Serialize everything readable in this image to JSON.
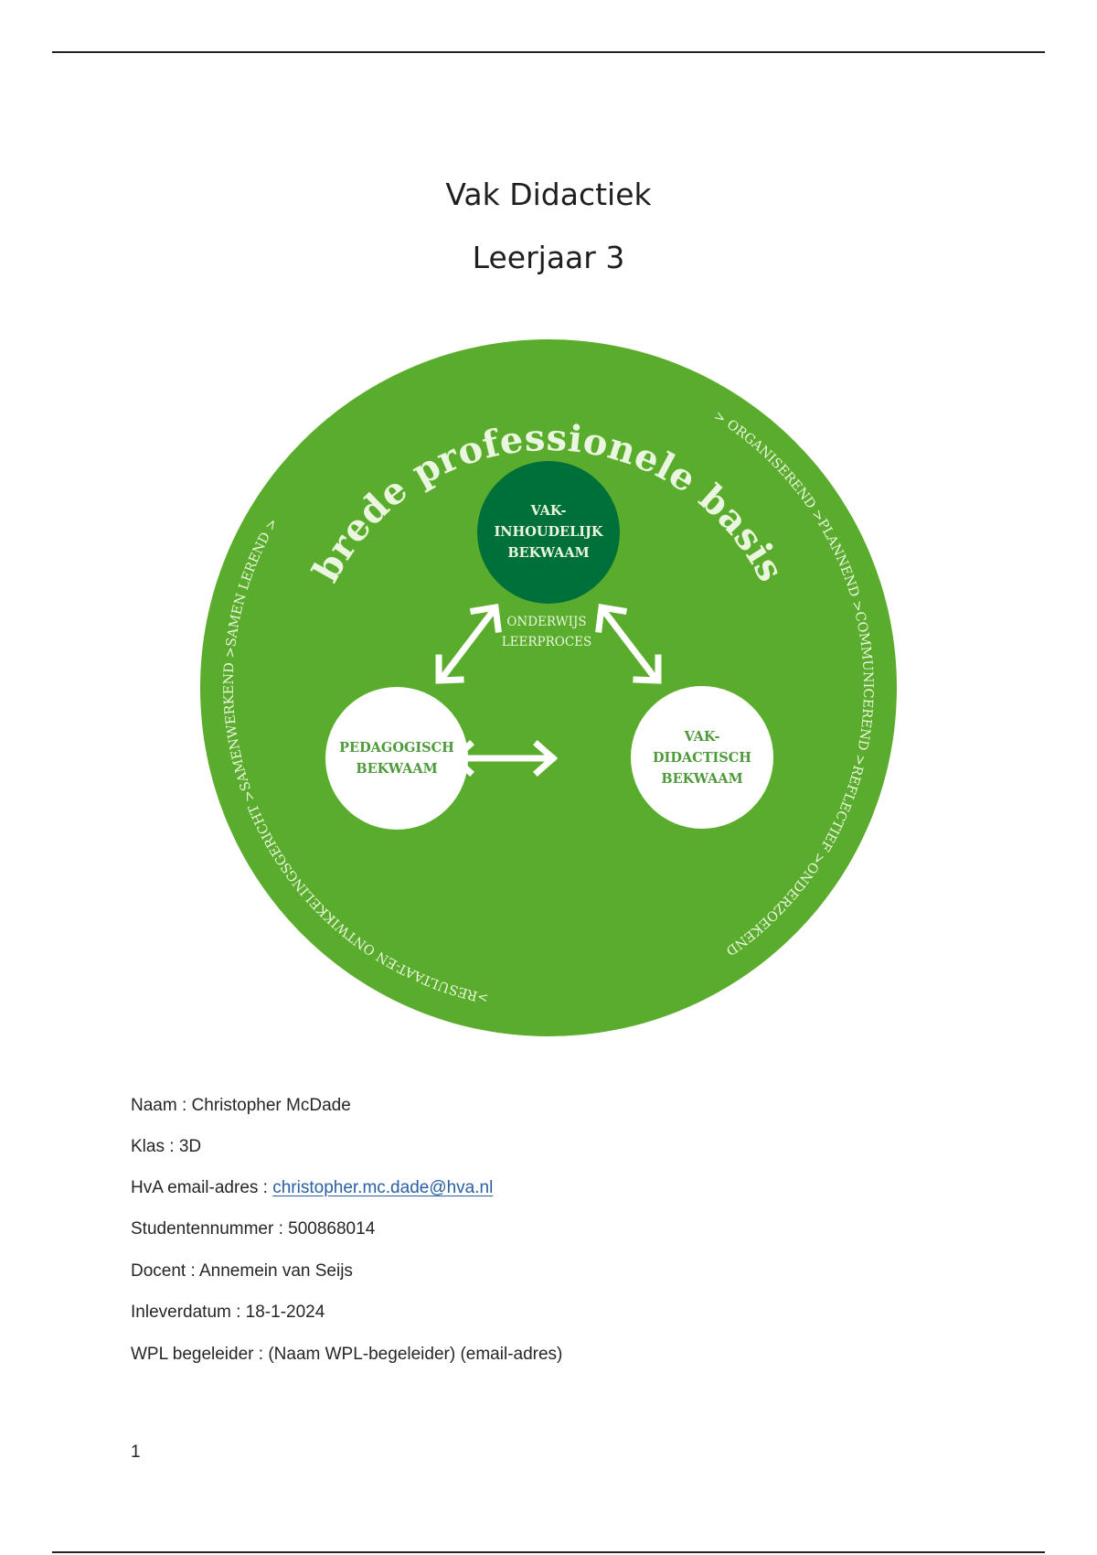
{
  "document": {
    "title": "Vak Didactiek",
    "subtitle": "Leerjaar 3",
    "page_number": "1"
  },
  "diagram": {
    "colors": {
      "outer_green": "#5aac2c",
      "inner_dark_green": "#00703b",
      "white": "#ffffff",
      "text_light": "#eaf6df",
      "text_green": "#4f9a3a"
    },
    "ring_title": "brede professionele basis",
    "ring_items_left": ">RESULTAAT-EN ONTWIKKELINGSGERICHT >SAMENWERKEND >SAMEN LEREND >",
    "ring_items_right": "> ORGANISEREND >PLANNEND >COMMUNICEREND >REFLECTIEF >ONDERZOEKEND",
    "center_label_line1": "ONDERWIJS",
    "center_label_line2": "LEERPROCES",
    "top_circle": [
      "VAK-",
      "INHOUDELIJK",
      "BEKWAAM"
    ],
    "left_circle": [
      "PEDAGOGISCH",
      "BEKWAAM"
    ],
    "right_circle": [
      "VAK-",
      "DIDACTISCH",
      "BEKWAAM"
    ]
  },
  "info": {
    "naam_label": "Naam : ",
    "naam": "Christopher McDade",
    "klas_label": "Klas : ",
    "klas": "3D",
    "email_label": "HvA email-adres : ",
    "email": "christopher.mc.dade@hva.nl",
    "studentnummer_label": "Studentennummer : ",
    "studentnummer": "500868014",
    "docent_label": "Docent : ",
    "docent": "Annemein van Seijs",
    "inleverdatum_label": "Inleverdatum : ",
    "inleverdatum": "18-1-2024",
    "wpl_label": "WPL begeleider : ",
    "wpl": "(Naam WPL-begeleider) (email-adres)"
  }
}
